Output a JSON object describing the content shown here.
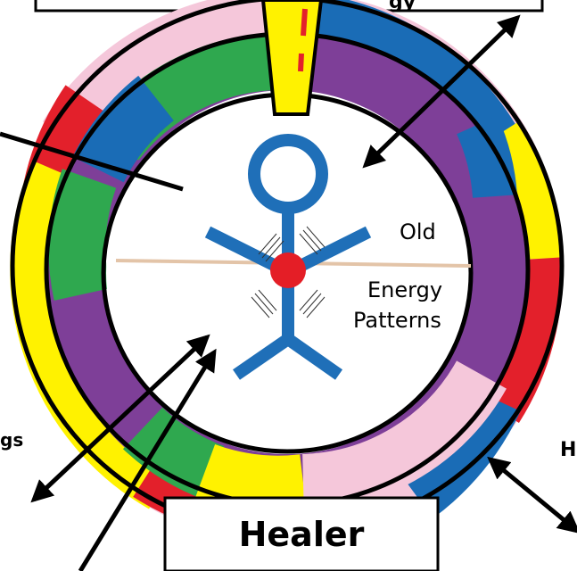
{
  "labels": {
    "old": "Old",
    "energy": "Energy",
    "patterns": "Patterns",
    "healer": "Healer",
    "left_cut": "gs",
    "right_cut": "H"
  },
  "colors": {
    "red": "#e3202b",
    "pink": "#f5c7da",
    "purple": "#7e3f98",
    "blue": "#1a6cb6",
    "yellow": "#fff200",
    "green": "#2fa84f",
    "figure": "#1f6fb8",
    "heart": "#e41e26",
    "line": "#e3c4a8",
    "black": "#000000"
  }
}
